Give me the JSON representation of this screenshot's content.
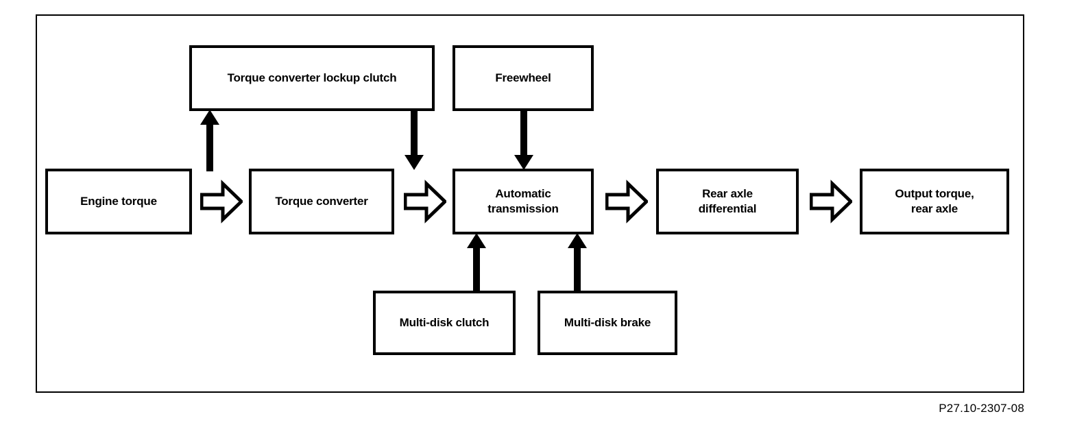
{
  "diagram": {
    "caption_code": "P27.10-2307-08",
    "frame": {
      "border_color": "#000000"
    },
    "nodes": {
      "engine_torque": "Engine torque",
      "torque_converter": "Torque converter",
      "torque_converter_lockup_clutch": "Torque converter lockup clutch",
      "freewheel": "Freewheel",
      "automatic_transmission": "Automatic\ntransmission",
      "rear_axle_differential": "Rear axle\ndifferential",
      "output_torque_rear_axle": "Output torque,\nrear axle",
      "multi_disk_clutch": "Multi-disk clutch",
      "multi_disk_brake": "Multi-disk brake"
    },
    "flow": {
      "hollow_arrow_1": "engine-torque-to-torque-converter",
      "hollow_arrow_2": "torque-converter-to-automatic-transmission",
      "hollow_arrow_3": "automatic-transmission-to-rear-axle-differential",
      "hollow_arrow_4": "rear-axle-differential-to-output-torque",
      "solid_arrow_up_1": "torque-converter-to-lockup-clutch",
      "solid_arrow_down_1": "lockup-clutch-to-automatic-transmission",
      "solid_arrow_down_2": "freewheel-to-automatic-transmission",
      "solid_arrow_up_2": "multi-disk-clutch-to-automatic-transmission",
      "solid_arrow_up_3": "multi-disk-brake-to-automatic-transmission"
    }
  }
}
